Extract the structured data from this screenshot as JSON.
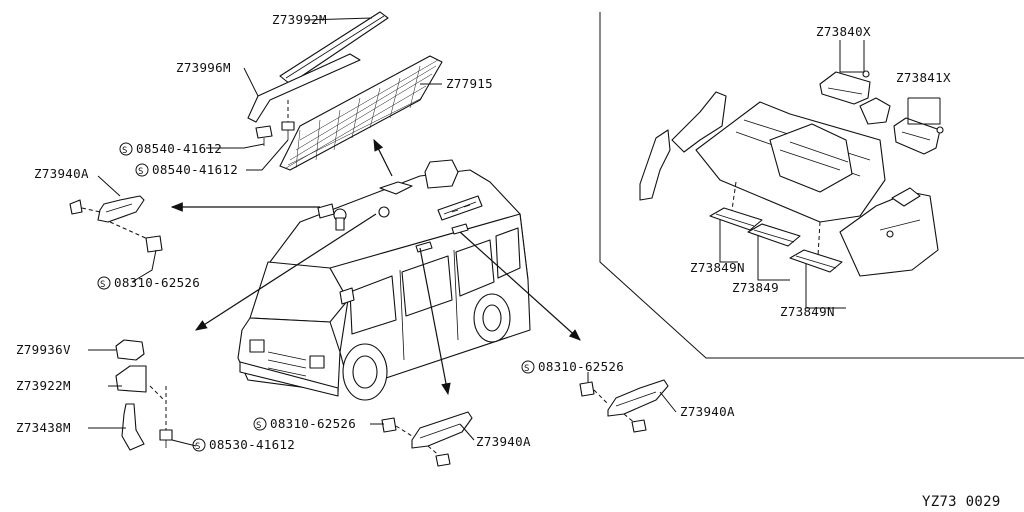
{
  "diagram_code": "YZ73 0029",
  "parts": {
    "z73992m": "Z73992M",
    "z73996m": "Z73996M",
    "z77915": "Z77915",
    "s08540_a": "08540-41612",
    "s08540_b": "08540-41612",
    "z73940a_left": "Z73940A",
    "s08310_left": "08310-62526",
    "z79936v": "Z79936V",
    "z73922m": "Z73922M",
    "z73438m": "Z73438M",
    "s08530": "08530-41612",
    "s08310_bottom": "08310-62526",
    "z73940a_bottom": "Z73940A",
    "s08310_right": "08310-62526",
    "z73940a_right": "Z73940A",
    "z73840x": "Z73840X",
    "z73841x": "Z73841X",
    "z73849n_a": "Z73849N",
    "z73849": "Z73849",
    "z73849n_b": "Z73849N"
  },
  "screw_symbol": "S"
}
